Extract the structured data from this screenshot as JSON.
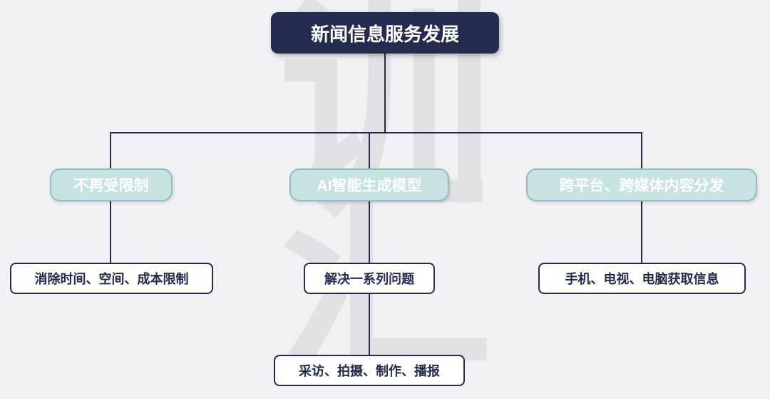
{
  "diagram": {
    "title": "新闻信息服务发展",
    "watermark": {
      "char1": "训",
      "char2": "汇"
    },
    "branches": [
      {
        "label": "不再受限制",
        "child": "消除时间、空间、成本限制"
      },
      {
        "label": "AI智能生成模型",
        "child": "解决一系列问题",
        "grandchild": "采访、拍摄、制作、播报"
      },
      {
        "label": "跨平台、跨媒体内容分发",
        "child": "手机、电视、电脑获取信息"
      }
    ],
    "colors": {
      "node_dark": "#232c4e",
      "branch_fill": "#c7e3e1",
      "branch_border": "#8fbfc0",
      "branch_text": "#ffffff",
      "connector": "#232c4e",
      "background": "#f1f1f3"
    }
  }
}
